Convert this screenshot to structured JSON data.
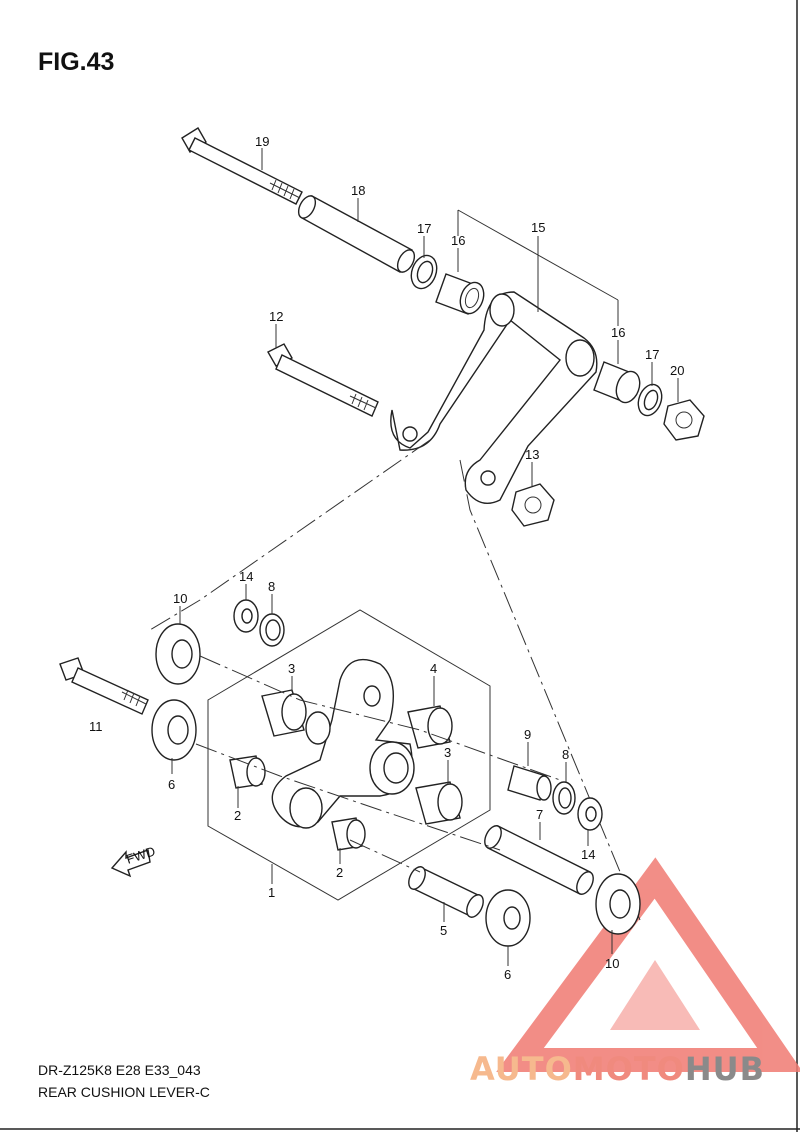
{
  "figure": {
    "title": "FIG.43",
    "model_code": "DR-Z125K8 E28 E33_043",
    "section_name": "REAR CUSHION LEVER-C"
  },
  "watermark": {
    "part1": "AUTO",
    "part2": "MOTO",
    "part3": "HUB",
    "colors": {
      "auto": "#f6b98e",
      "moto": "#f08a7e",
      "hub": "#8a8a8a",
      "triangle": "#f07a72"
    }
  },
  "fwd_label": "FWD",
  "callouts": {
    "c19": "19",
    "c18": "18",
    "c17a": "17",
    "c16a": "16",
    "c15": "15",
    "c12": "12",
    "c16b": "16",
    "c17b": "17",
    "c20": "20",
    "c13": "13",
    "c14a": "14",
    "c8a": "8",
    "c10a": "10",
    "c3a": "3",
    "c4": "4",
    "c11": "11",
    "c6a": "6",
    "c9": "9",
    "c8b": "8",
    "c3b": "3",
    "c2a": "2",
    "c7": "7",
    "c14b": "14",
    "c2b": "2",
    "c1": "1",
    "c5": "5",
    "c6b": "6",
    "c10b": "10"
  }
}
